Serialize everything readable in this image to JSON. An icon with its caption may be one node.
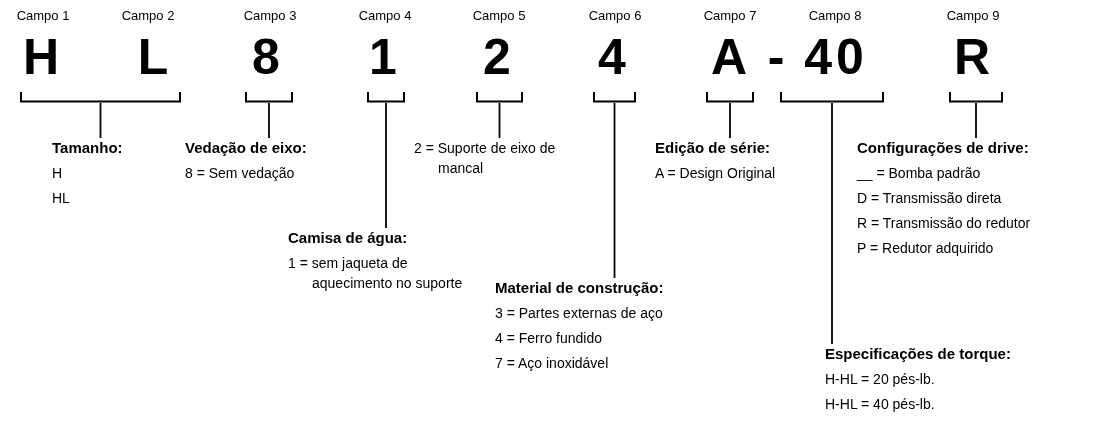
{
  "diagram": {
    "nodes": [
      {
        "text": [],
        "shape": "bracket"
      },
      {
        "text": [],
        "shape": "bracket"
      },
      {
        "text": [],
        "shape": "bracket"
      },
      {
        "text": [],
        "shape": "bracket"
      },
      {
        "text": [],
        "shape": "bracket"
      },
      {
        "text": [],
        "shape": "bracket"
      },
      {
        "text": [],
        "shape": "bracket"
      },
      {
        "text": [],
        "shape": "bracket"
      },
      {
        "text": [
          "Tamanho:",
          "H",
          "HL"
        ]
      },
      {
        "text": [
          "Vedação de eixo:",
          "8 = Sem vedação"
        ]
      },
      {
        "text": [
          "2 = Suporte de eixo de mancal"
        ]
      },
      {
        "text": [
          "Edição de série:",
          "A = Design Original"
        ]
      },
      {
        "text": [
          "Configurações de drive:",
          "__ = Bomba padrão",
          "D = Transmissão direta",
          "R = Transmissão do redutor",
          "P = Redutor adquirido"
        ]
      },
      {
        "text": [
          "Camisa de água:",
          "1 = sem jaqueta de aquecimento no suporte"
        ]
      },
      {
        "text": [
          "Material de construção:",
          "3 = Partes externas de aço",
          "4 = Ferro fundido",
          "7 = Aço inoxidável"
        ]
      },
      {
        "text": [
          "Especificações de torque:",
          "H-HL = 20 pés-lb.",
          "H-HL = 40 pés-lb."
        ]
      }
    ],
    "edges": [
      {
        "from": 8,
        "to": 0,
        "arrow": "none"
      },
      {
        "from": 9,
        "to": 1,
        "arrow": "none"
      },
      {
        "from": 10,
        "to": 3,
        "arrow": "none"
      },
      {
        "from": 11,
        "to": 5,
        "arrow": "none"
      },
      {
        "from": 12,
        "to": 7,
        "arrow": "none"
      },
      {
        "from": 13,
        "to": 2,
        "arrow": "none"
      },
      {
        "from": 14,
        "to": 4,
        "arrow": "none"
      },
      {
        "from": 15,
        "to": 6,
        "arrow": "none"
      }
    ],
    "labels": [
      "Campo 1",
      "Campo 2",
      "Campo 3",
      "Campo 4",
      "Campo 5",
      "Campo 6",
      "Campo 7",
      "Campo 8",
      "Campo 9",
      "H",
      "L",
      "8",
      "1",
      "2",
      "4",
      "A",
      "-",
      "40",
      "R"
    ]
  }
}
